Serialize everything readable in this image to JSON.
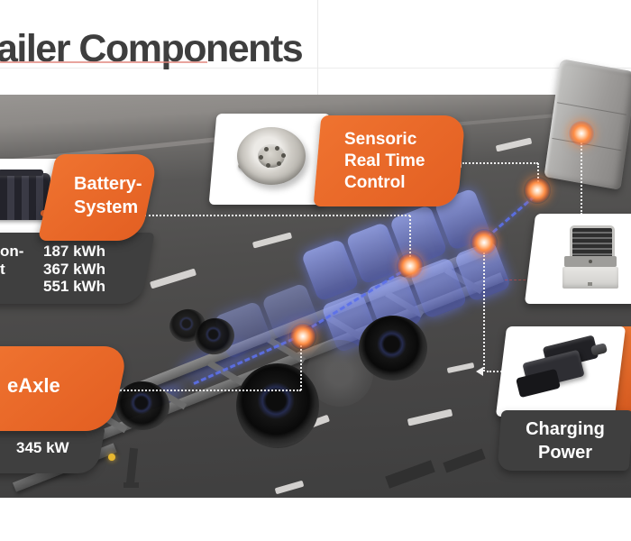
{
  "title": {
    "text": "ailer Components"
  },
  "cards": {
    "battery": {
      "label_line1": "Battery-",
      "label_line2": "System",
      "cutoff_line1": "on-",
      "cutoff_line2": "t",
      "capacities": [
        "187 kWh",
        "367 kWh",
        "551 kWh"
      ]
    },
    "sensoric": {
      "line1": "Sensoric",
      "line2": "Real Time",
      "line3": "Control"
    },
    "eaxle": {
      "label": "eAxle",
      "power": "345 kW"
    },
    "charging": {
      "line1": "Charging",
      "line2": "Power"
    }
  },
  "images": {
    "battery_pack": "battery-pack-render",
    "brake_disc": "sensor-brake-disc-render",
    "cooling_unit": "cooling-unit-render",
    "charging_unit": "charging-unit-render",
    "rear_panel": "rear-aero-panel-render",
    "trailer": "electric-trailer-chassis-render"
  },
  "colors": {
    "accent_orange": "#E8662C",
    "panel_dark": "#3F3F3F",
    "marker_orange": "#FF8D44",
    "cable_blue": "#5C70EB",
    "spellcheck_red": "#E0857C",
    "title_gray": "#3E3E3E"
  }
}
